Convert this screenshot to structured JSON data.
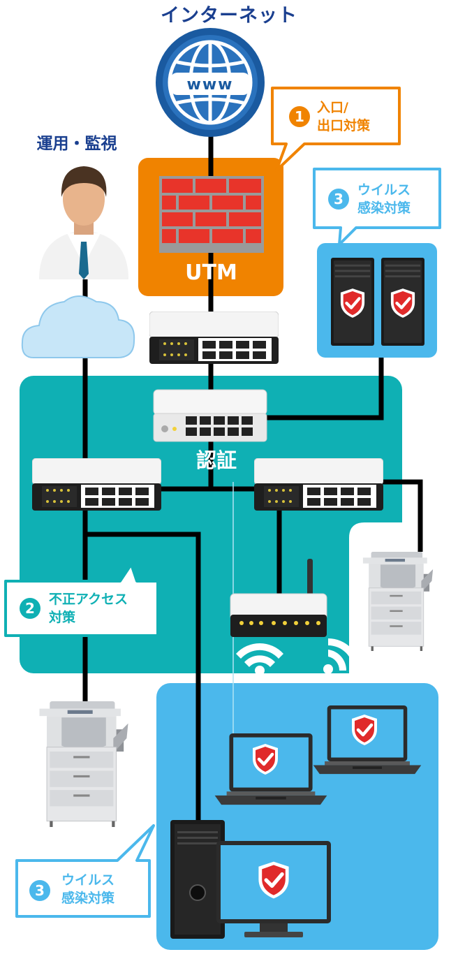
{
  "title": "インターネット",
  "operations_label": "運用・監視",
  "utm_label": "UTM",
  "auth_label": "認証",
  "globe_text": "www",
  "callouts": [
    {
      "num": "1",
      "line1": "入口/",
      "line2": "出口対策"
    },
    {
      "num": "3",
      "line1": "ウイルス",
      "line2": "感染対策"
    },
    {
      "num": "2",
      "line1": "不正アクセス",
      "line2": "対策"
    },
    {
      "num": "3",
      "line1": "ウイルス",
      "line2": "感染対策"
    }
  ],
  "colors": {
    "navy": "#1a3f8f",
    "orange": "#f08300",
    "teal": "#0fb0b4",
    "sky": "#4bb8ec",
    "brick": "#e8342a"
  }
}
